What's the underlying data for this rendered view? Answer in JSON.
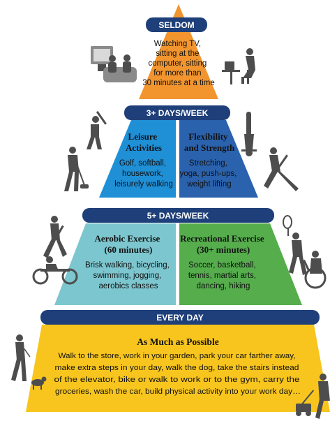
{
  "colors": {
    "banner": "#1e3f79",
    "tier_top": "#f2952e",
    "tier_left_3": "#1f8fd6",
    "tier_right_3": "#2a62ad",
    "tier_left_5": "#7cc6cf",
    "tier_right_5": "#55ad4c",
    "tier_base": "#f7c51e"
  },
  "tiers": [
    {
      "banner": "SELDOM",
      "sections": [
        {
          "heading": [],
          "body": [
            "Watching TV,",
            "sitting at the",
            "computer, sitting",
            "for more than",
            "30 minutes at a time"
          ]
        }
      ]
    },
    {
      "banner": "3+ DAYS/WEEK",
      "sections": [
        {
          "heading": [
            "Leisure",
            "Activities"
          ],
          "body": [
            "Golf, softball,",
            "housework,",
            "leisurely walking"
          ]
        },
        {
          "heading": [
            "Flexibility",
            "and Strength"
          ],
          "body": [
            "Stretching,",
            "yoga, push-ups,",
            "weight lifting"
          ]
        }
      ]
    },
    {
      "banner": "5+ DAYS/WEEK",
      "sections": [
        {
          "heading": [
            "Aerobic Exercise",
            "(60 minutes)"
          ],
          "body": [
            "Brisk walking, bicycling,",
            "swimming, jogging,",
            "aerobics classes"
          ]
        },
        {
          "heading": [
            "Recreational Exercise",
            "(30+ minutes)"
          ],
          "body": [
            "Soccer, basketball,",
            "tennis, martial arts,",
            "dancing, hiking"
          ]
        }
      ]
    },
    {
      "banner": "EVERY DAY",
      "sections": [
        {
          "heading": [
            "As Much as Possible"
          ],
          "body": [
            "Walk to the store, work in your garden, park your car farther away,",
            "make extra steps in your day, walk the dog, take the stairs instead",
            "of the elevator, bike or walk to work or to the gym, carry the",
            "groceries, wash the car, build physical activity into your work day…"
          ]
        }
      ]
    }
  ],
  "illustrations": [
    "tv-watching-couple-icon",
    "computer-user-icon",
    "batter-icon",
    "vacuuming-person-icon",
    "headstand-person-icon",
    "lunge-stretch-icon",
    "jogger-icon",
    "hand-cyclist-icon",
    "tennis-player-icon",
    "wheelchair-athlete-icon",
    "dog-walker-icon",
    "lawn-mower-person-icon"
  ]
}
